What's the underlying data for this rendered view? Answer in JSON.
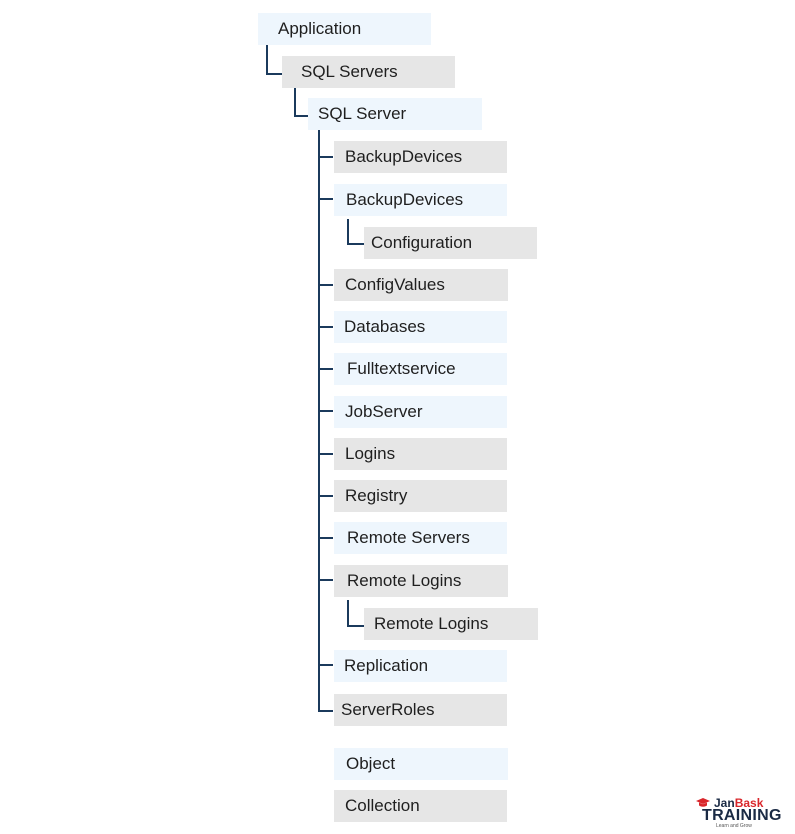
{
  "nodes": {
    "application": "Application",
    "sql_servers": "SQL Servers",
    "sql_server": "SQL Server",
    "backup_devices_1": "BackupDevices",
    "backup_devices_2": "BackupDevices",
    "configuration": "Configuration",
    "config_values": "ConfigValues",
    "databases": "Databases",
    "fulltext_service": "Fulltextservice",
    "job_server": "JobServer",
    "logins": "Logins",
    "registry": "Registry",
    "remote_servers": "Remote Servers",
    "remote_logins": "Remote Logins",
    "remote_logins_child": "Remote Logins",
    "replication": "Replication",
    "server_roles": "ServerRoles"
  },
  "legend": {
    "object": "Object",
    "collection": "Collection"
  },
  "logo": {
    "brand_part1": "Jan",
    "brand_part2": "Bask",
    "brand_main": "TRAINING",
    "tagline": "Learn and Grow"
  },
  "colors": {
    "object_fill": "#eef6fd",
    "collection_fill": "#e6e6e6",
    "connector": "#1b3a5c",
    "brand_red": "#d9262b",
    "brand_navy": "#1a2a44"
  }
}
